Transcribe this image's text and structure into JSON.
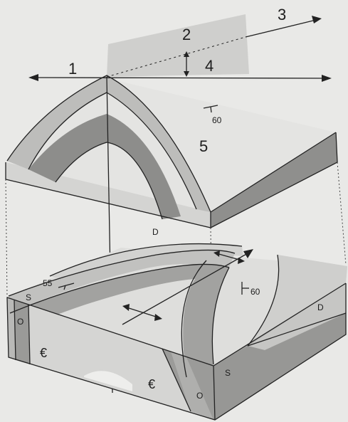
{
  "labels": {
    "n1": "1",
    "n2": "2",
    "n3": "3",
    "n4": "4",
    "n5": "5",
    "dip_top": "60",
    "dip_bottom_right": "60",
    "dip_left": "55",
    "unit_d_top": "D",
    "unit_d_right": "D",
    "unit_s_left": "S",
    "unit_s_front": "S",
    "unit_o_left": "O",
    "unit_o_front": "O",
    "unit_cambrian_left": "€",
    "unit_cambrian_mid": "€"
  },
  "colors": {
    "background": "#e9e9e7",
    "light_band": "#c9c9c7",
    "dark_band": "#8f8f8d",
    "mid_band": "#b3b3b1",
    "plane": "#cfcfcd",
    "top_face": "#e2e2e0"
  }
}
